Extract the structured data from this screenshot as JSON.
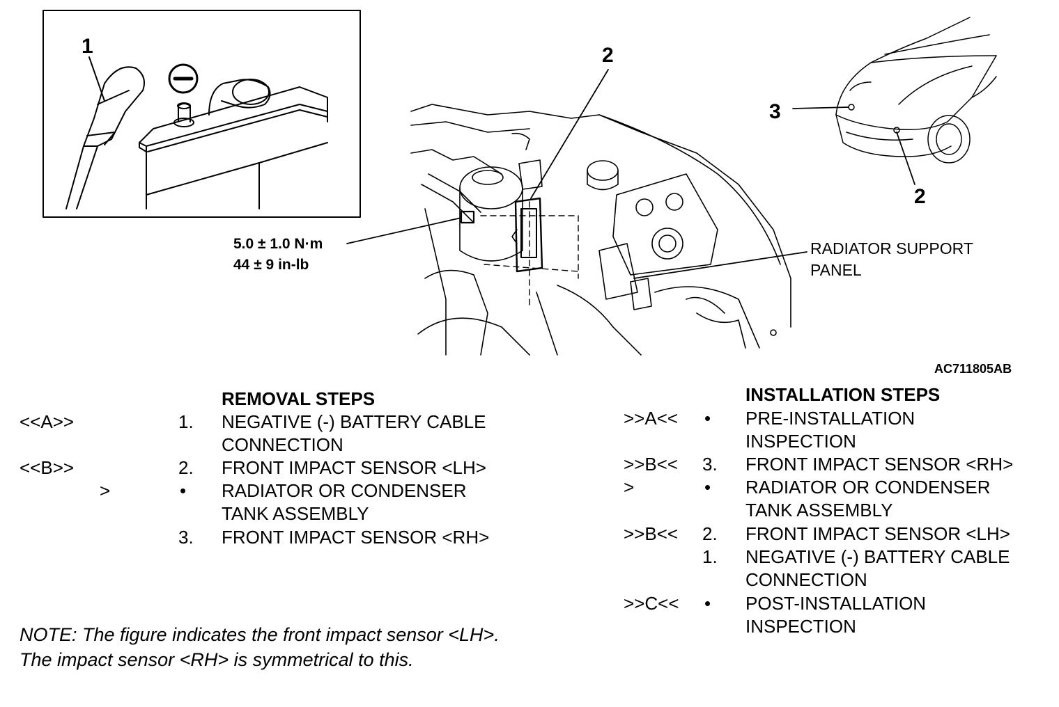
{
  "figure": {
    "callouts": [
      "1",
      "2",
      "2",
      "3"
    ],
    "torque": [
      "5.0 ± 1.0 N·m",
      "44 ± 9 in-lb"
    ],
    "radiator_label": [
      "RADIATOR SUPPORT",
      "PANEL"
    ],
    "figure_code": "AC711805AB",
    "battery_terminal_symbol": "minus-icon"
  },
  "removal": {
    "heading": "REMOVAL STEPS",
    "rows": [
      {
        "code": "<<A>>",
        "num": "1.",
        "lines": [
          "NEGATIVE (-) BATTERY CABLE",
          "CONNECTION"
        ]
      },
      {
        "code": "<<B>>",
        "num": "2.",
        "lines": [
          "FRONT IMPACT SENSOR <LH>"
        ]
      },
      {
        "code": ">",
        "num": "•",
        "lines": [
          "RADIATOR OR CONDENSER",
          "TANK ASSEMBLY"
        ]
      },
      {
        "code": "",
        "num": "3.",
        "lines": [
          "FRONT IMPACT SENSOR <RH>"
        ]
      }
    ]
  },
  "installation": {
    "heading": "INSTALLATION STEPS",
    "rows": [
      {
        "code": ">>A<<",
        "num": "•",
        "lines": [
          "PRE-INSTALLATION",
          "INSPECTION"
        ]
      },
      {
        "code": ">>B<<",
        "num": "3.",
        "lines": [
          "FRONT IMPACT SENSOR <RH>"
        ]
      },
      {
        "code": ">",
        "num": "•",
        "lines": [
          "RADIATOR OR CONDENSER",
          "TANK ASSEMBLY"
        ]
      },
      {
        "code": ">>B<<",
        "num": "2.",
        "lines": [
          "FRONT IMPACT SENSOR <LH>"
        ]
      },
      {
        "code": "",
        "num": "1.",
        "lines": [
          "NEGATIVE (-) BATTERY CABLE",
          "CONNECTION"
        ]
      },
      {
        "code": ">>C<<",
        "num": "•",
        "lines": [
          "POST-INSTALLATION",
          "INSPECTION"
        ]
      }
    ]
  },
  "note": "NOTE: The figure indicates the front impact sensor <LH>. The impact sensor <RH> is symmetrical to this."
}
